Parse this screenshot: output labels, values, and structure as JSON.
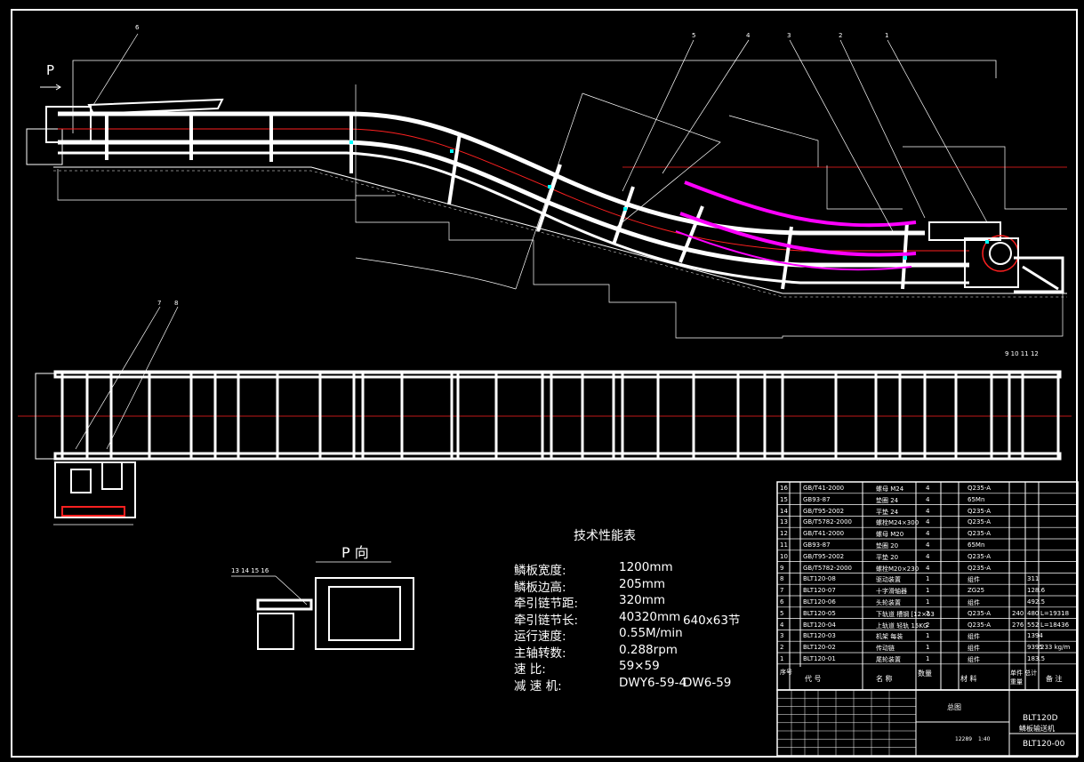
{
  "view_labels": {
    "p_arrow": "P",
    "p_view_title": "P 向"
  },
  "callouts": {
    "top": [
      "6",
      "5",
      "4",
      "3",
      "2",
      "1"
    ],
    "plan_left": [
      "7",
      "8"
    ],
    "plan_right": "9 10 11 12",
    "p_view": "13 14 15 16"
  },
  "spec_table": {
    "title": "技术性能表",
    "rows": [
      {
        "label": "鳞板宽度:",
        "value": "1200mm",
        "extra": ""
      },
      {
        "label": "鳞板边高:",
        "value": "205mm",
        "extra": ""
      },
      {
        "label": "牵引链节距:",
        "value": "320mm",
        "extra": ""
      },
      {
        "label": "牵引链节长:",
        "value": "40320mm",
        "extra": "640x63节"
      },
      {
        "label": "运行速度:",
        "value": "0.55M/min",
        "extra": ""
      },
      {
        "label": "主轴转数:",
        "value": "0.288rpm",
        "extra": ""
      },
      {
        "label": "速    比:",
        "value": "59×59",
        "extra": ""
      },
      {
        "label": "减 速 机:",
        "value": "DWY6-59-4",
        "extra": "DW6-59"
      }
    ]
  },
  "bom": {
    "rows": [
      {
        "no": "16",
        "code": "GB/T41-2000",
        "name": "螺母 M24",
        "qty": "4",
        "mat": "Q235-A",
        "w1": "",
        "w2": "",
        "note": ""
      },
      {
        "no": "15",
        "code": "GB93-87",
        "name": "垫圈 24",
        "qty": "4",
        "mat": "65Mn",
        "w1": "",
        "w2": "",
        "note": ""
      },
      {
        "no": "14",
        "code": "GB/T95-2002",
        "name": "平垫 24",
        "qty": "4",
        "mat": "Q235-A",
        "w1": "",
        "w2": "",
        "note": ""
      },
      {
        "no": "13",
        "code": "GB/T5782-2000",
        "name": "螺栓M24×300",
        "qty": "4",
        "mat": "Q235-A",
        "w1": "",
        "w2": "",
        "note": ""
      },
      {
        "no": "12",
        "code": "GB/T41-2000",
        "name": "螺母 M20",
        "qty": "4",
        "mat": "Q235-A",
        "w1": "",
        "w2": "",
        "note": ""
      },
      {
        "no": "11",
        "code": "GB93-87",
        "name": "垫圈 20",
        "qty": "4",
        "mat": "65Mn",
        "w1": "",
        "w2": "",
        "note": ""
      },
      {
        "no": "10",
        "code": "GB/T95-2002",
        "name": "平垫 20",
        "qty": "4",
        "mat": "Q235-A",
        "w1": "",
        "w2": "",
        "note": ""
      },
      {
        "no": "9",
        "code": "GB/T5782-2000",
        "name": "螺栓M20×230",
        "qty": "4",
        "mat": "Q235-A",
        "w1": "",
        "w2": "",
        "note": ""
      },
      {
        "no": "8",
        "code": "BLT120-08",
        "name": "驱动装置",
        "qty": "1",
        "mat": "组件",
        "w1": "",
        "w2": "311",
        "note": ""
      },
      {
        "no": "7",
        "code": "BLT120-07",
        "name": "十字滑轴器",
        "qty": "1",
        "mat": "ZG25",
        "w1": "",
        "w2": "128.6",
        "note": ""
      },
      {
        "no": "6",
        "code": "BLT120-06",
        "name": "头轮装置",
        "qty": "1",
        "mat": "组件",
        "w1": "",
        "w2": "492.5",
        "note": ""
      },
      {
        "no": "5",
        "code": "BLT120-05",
        "name": "下轨道  槽钢 [12×53",
        "qty": "2",
        "mat": "Q235-A",
        "w1": "240",
        "w2": "480",
        "note": "L=19318"
      },
      {
        "no": "4",
        "code": "BLT120-04",
        "name": "上轨道  轻轨 15KG",
        "qty": "2",
        "mat": "Q235-A",
        "w1": "276",
        "w2": "552",
        "note": "L=18436"
      },
      {
        "no": "3",
        "code": "BLT120-03",
        "name": "机架 每装",
        "qty": "1",
        "mat": "组件",
        "w1": "",
        "w2": "1394",
        "note": ""
      },
      {
        "no": "2",
        "code": "BLT120-02",
        "name": "传动链",
        "qty": "1",
        "mat": "组件",
        "w1": "",
        "w2": "9395",
        "note": "233 kg/m"
      },
      {
        "no": "1",
        "code": "BLT120-01",
        "name": "尾轮装置",
        "qty": "1",
        "mat": "组件",
        "w1": "",
        "w2": "183.5",
        "note": ""
      }
    ],
    "header": {
      "no": "序号",
      "code": "代    号",
      "name": "名    称",
      "qty": "数量",
      "mat": "材    料",
      "w": "单件 总计 重量",
      "note": "备  注"
    }
  },
  "title_block": {
    "drawing_kind": "总图",
    "product_code": "BLT120D",
    "product_name": "鳞板输送机",
    "drawing_no": "BLT120-00",
    "weight": "12289",
    "scale": "1:40"
  },
  "colors": {
    "line": "#ffffff",
    "red": "#ff2020",
    "magenta": "#ff00ff",
    "cyan": "#00ffff",
    "green": "#00c000"
  }
}
